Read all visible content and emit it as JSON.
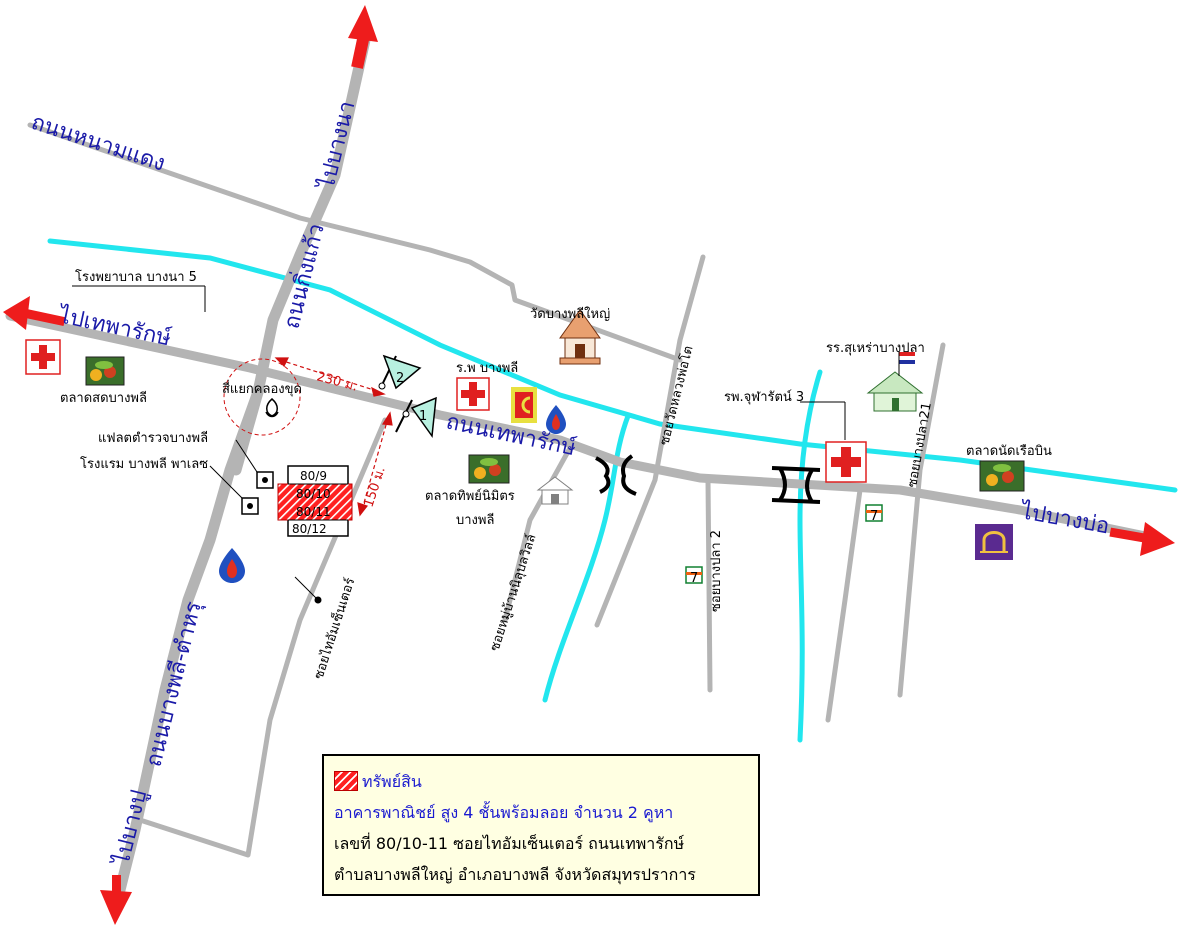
{
  "roads": {
    "nong_mamdaeng": "ถนนหนามแดง",
    "king_kaeo": "ถนนกิ่งแก้ว",
    "to_bangna": "ไปบางนา",
    "thepharak": "ถนนเทพารักษ์",
    "to_thepharak": "ไปเทพารักษ์",
    "to_bangbo": "ไปบางบ่อ",
    "bangphli_tamru": "ถนนบางพลี-ตำหรุ",
    "to_bangpu": "ไปบางปู"
  },
  "sois": {
    "wat_luangpho_to": "ซอยวัดหลวงพ่อโต",
    "bang_pla_21": "ซอยบางปลา21",
    "bang_pla_2": "ซอยบางปลา 2",
    "muban_nilubon": "ซอยหมู่บ้านนิลุบลวิลล์",
    "thai_um_center": "ซอยไทอัมเซ็นเตอร์"
  },
  "places": {
    "hospital_bangna5": "โรงพยาบาล บางนา 5",
    "market_bangphli": "ตลาดสดบางพลี",
    "intersection": "สี่แยกคลองขุด",
    "police_flat": "แฟลตตำรวจบางพลี",
    "hotel": "โรงแรม บางพลี พาเลซ",
    "wat_bangphli_yai": "วัดบางพลีใหญ่",
    "hospital_bangphli": "ร.พ บางพลี",
    "school": "รร.สุเหร่าบางปลา",
    "hospital_chularat": "รพ.จุฬารัตน์ 3",
    "market_nat": "ตลาดนัดเรือบิน",
    "market_thip_line1": "ตลาดทิพย์นิมิตร",
    "market_thip_line2": "บางพลี"
  },
  "distances": {
    "d230": "230 ม.",
    "d150": "150 ม."
  },
  "markers": {
    "m1": "1",
    "m2": "2"
  },
  "plots": [
    "80/9",
    "80/10",
    "80/11",
    "80/12"
  ],
  "seven_eleven": "7",
  "legend": {
    "title": "ทรัพย์สิน",
    "line1": "อาคารพาณิชย์ สูง 4 ชั้นพร้อมลอย จำนวน 2 คูหา",
    "line2": "เลขที่ 80/10-11 ซอยไทอัมเซ็นเตอร์ ถนนเทพารักษ์",
    "line3": "ตำบลบางพลีใหญ่ อำเภอบางพลี จังหวัดสมุทรปราการ"
  },
  "colors": {
    "road": "#b4b4b4",
    "canal": "#22e6ee",
    "road_label": "#1a1aa8",
    "arrow": "#ee1c1c",
    "legend_bg": "#ffffe2",
    "property": "#ff2020"
  }
}
